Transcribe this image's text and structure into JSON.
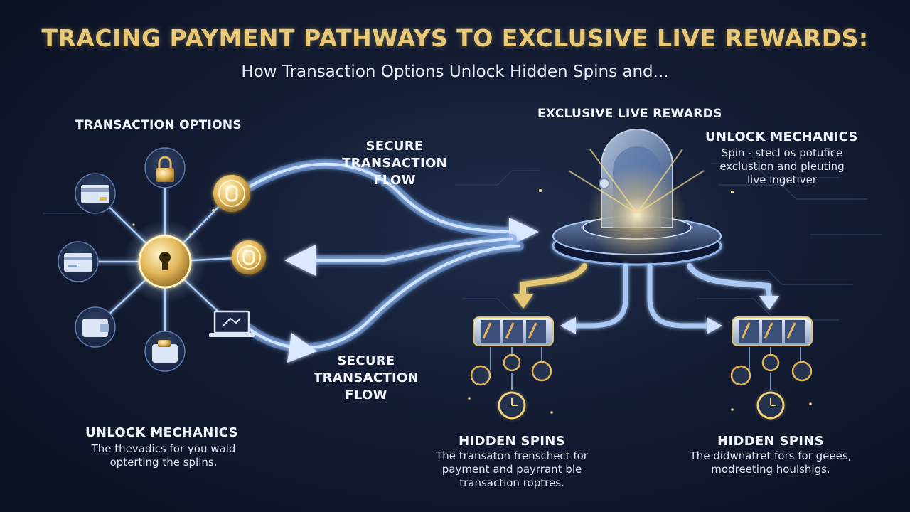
{
  "header": {
    "title": "TRACING PAYMENT PATHWAYS TO EXCLUSIVE LIVE REWARDS:",
    "subtitle": "How Transaction Options Unlock Hidden Spins and..."
  },
  "left_hub": {
    "label": "TRANSACTION OPTIONS",
    "nodes": [
      "lock-icon",
      "credit-card-icon",
      "credit-card-icon",
      "wallet-icon",
      "wallet-icon",
      "laptop-icon",
      "coin-icon",
      "coin-icon"
    ],
    "center_icon": "keyhole-coin-icon"
  },
  "flows": {
    "top_label": "SECURE\nTRANSACTION\nFLOW",
    "bottom_label": "SECURE\nTRANSACTION\nFLOW"
  },
  "right_hub": {
    "label": "EXCLUSIVE LIVE REWARDS",
    "vault_icon": "vault-door-icon",
    "unlock_title": "UNLOCK MECHANICS",
    "unlock_body": "Spin - stecl os potufice\nexclustion and pleuting\nlive ingetiver"
  },
  "left_unlock": {
    "title": "UNLOCK MECHANICS",
    "body": "The thevadics for you wald\nopterting the splins."
  },
  "hidden_spins_left": {
    "title": "HIDDEN SPINS",
    "body": "The transaton frenschect for\npayment and payrrant ble\ntransaction roptres."
  },
  "hidden_spins_right": {
    "title": "HIDDEN SPINS",
    "body": "The didwnatret fors for geees,\nmodreeting houlshigs."
  },
  "colors": {
    "gold": "#e9c876",
    "flow_blue": "#9cc4ff",
    "background": "#131c33"
  }
}
